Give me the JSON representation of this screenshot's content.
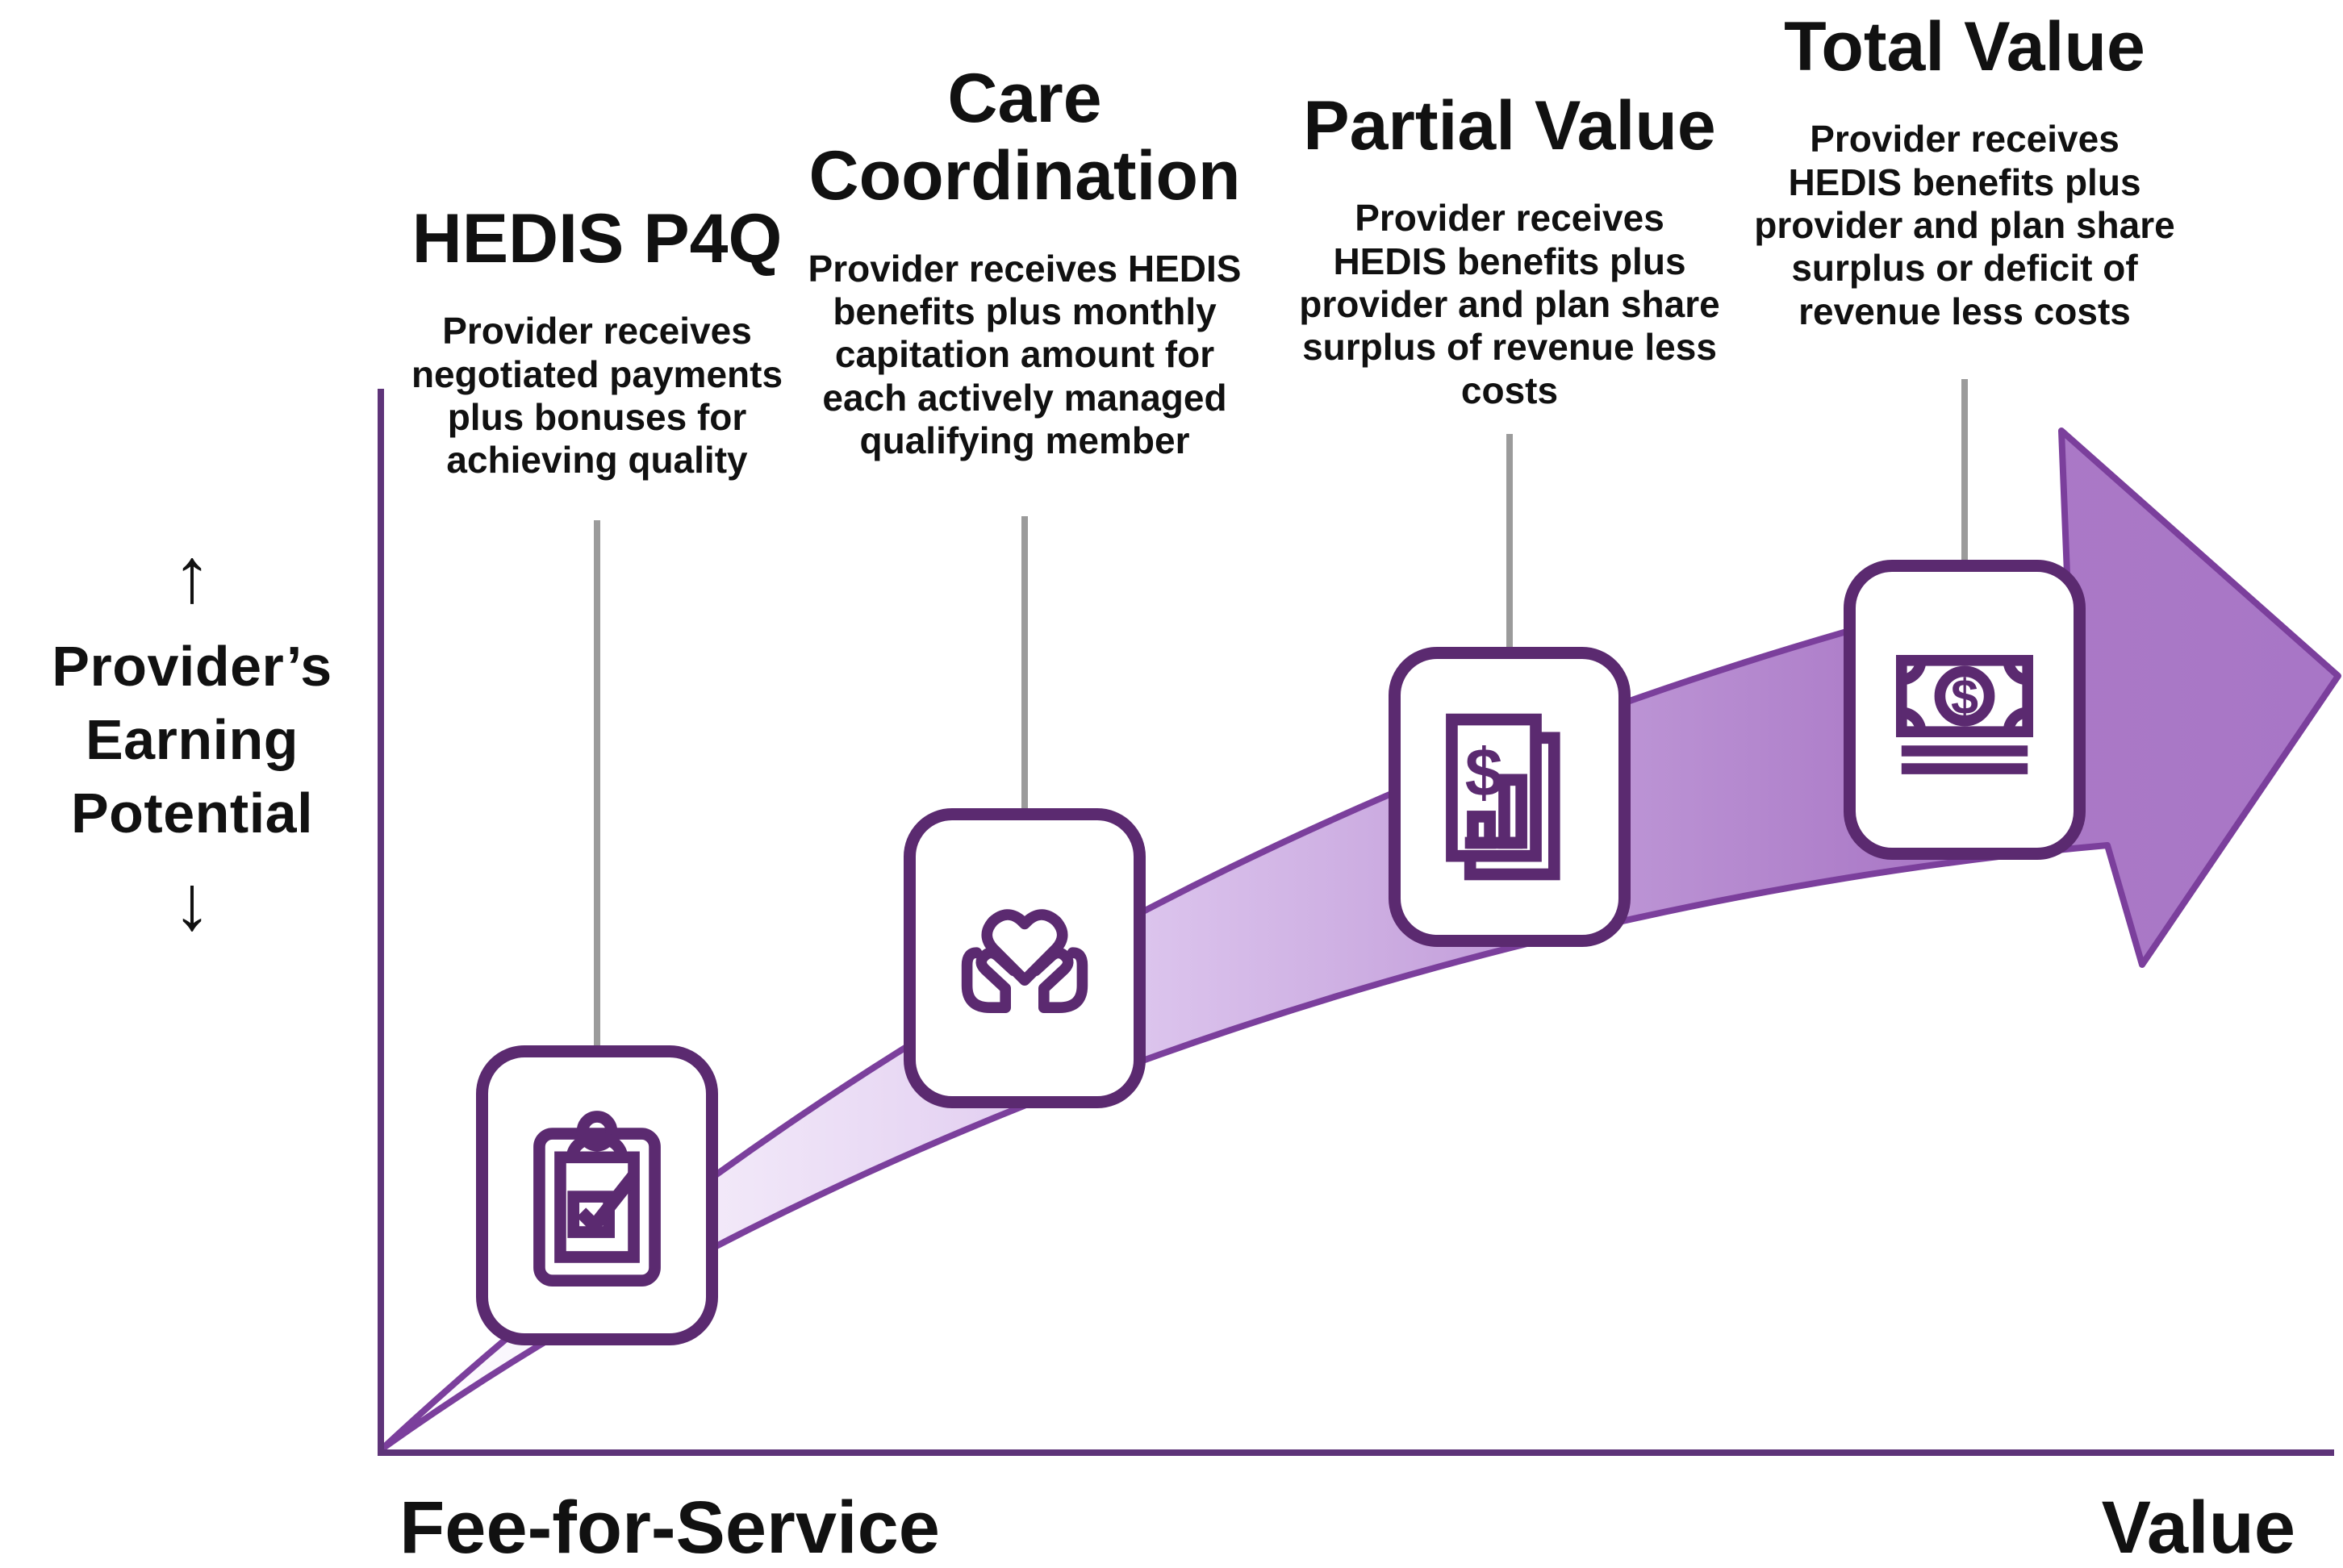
{
  "diagram": {
    "y_axis": {
      "up_arrow": "↑",
      "label": "Provider’s Earning Potential",
      "down_arrow": "↓"
    },
    "x_axis": {
      "left_label": "Fee-for-Service",
      "right_label": "Value"
    },
    "stages": [
      {
        "title": "HEDIS P4Q",
        "description": "Provider receives negotiated payments plus bonuses for achieving quality",
        "icon": "clipboard-check-icon"
      },
      {
        "title": "Care Coordination",
        "description": "Provider receives HEDIS benefits plus monthly capitation amount for each actively managed qualifying member",
        "icon": "hands-heart-icon"
      },
      {
        "title": "Partial Value",
        "description": "Provider receives HEDIS benefits plus provider and plan share surplus of revenue less costs",
        "icon": "dollar-report-icon"
      },
      {
        "title": "Total Value",
        "description": "Provider receives HEDIS benefits plus provider and plan share surplus or deficit of revenue less costs",
        "icon": "money-banknote-icon"
      }
    ],
    "colors": {
      "icon_purple": "#5b2a70",
      "axis_purple": "#5e3479",
      "arrow_outline": "#7b3f9c",
      "arrow_fill_light": "#f4ecfa",
      "arrow_fill_mid": "#ddc6ee",
      "arrow_fill_dark": "#a876c6",
      "connector_gray": "#9b9b9b",
      "text_black": "#111111"
    }
  }
}
